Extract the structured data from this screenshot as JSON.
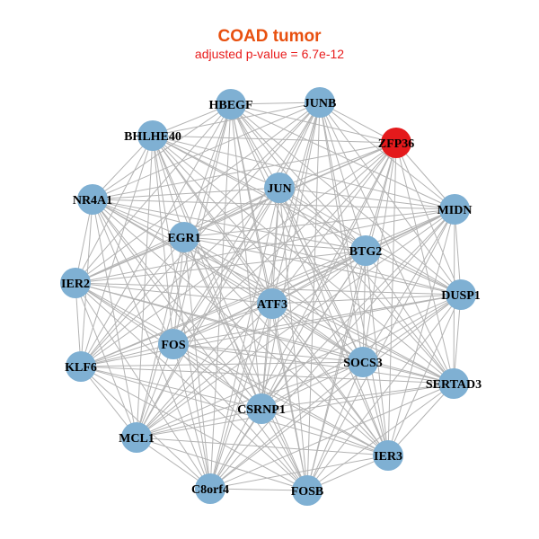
{
  "title": "COAD tumor",
  "subtitle": "adjusted p-value = 6.7e-12",
  "colors": {
    "node": "#7fb0d3",
    "highlight": "#e41a1c",
    "edge": "#b3b3b3",
    "title": "#e8500f",
    "subtitle": "#e81b1b"
  },
  "nodes": [
    {
      "name": "HBEGF",
      "highlight": false
    },
    {
      "name": "JUNB",
      "highlight": false
    },
    {
      "name": "ZFP36",
      "highlight": true
    },
    {
      "name": "BHLHE40",
      "highlight": false
    },
    {
      "name": "JUN",
      "highlight": false
    },
    {
      "name": "NR4A1",
      "highlight": false
    },
    {
      "name": "MIDN",
      "highlight": false
    },
    {
      "name": "EGR1",
      "highlight": false
    },
    {
      "name": "BTG2",
      "highlight": false
    },
    {
      "name": "IER2",
      "highlight": false
    },
    {
      "name": "DUSP1",
      "highlight": false
    },
    {
      "name": "ATF3",
      "highlight": false
    },
    {
      "name": "FOS",
      "highlight": false
    },
    {
      "name": "SOCS3",
      "highlight": false
    },
    {
      "name": "KLF6",
      "highlight": false
    },
    {
      "name": "SERTAD3",
      "highlight": false
    },
    {
      "name": "CSRNP1",
      "highlight": false
    },
    {
      "name": "MCL1",
      "highlight": false
    },
    {
      "name": "IER3",
      "highlight": false
    },
    {
      "name": "C8orf4",
      "highlight": false
    },
    {
      "name": "FOSB",
      "highlight": false
    }
  ]
}
